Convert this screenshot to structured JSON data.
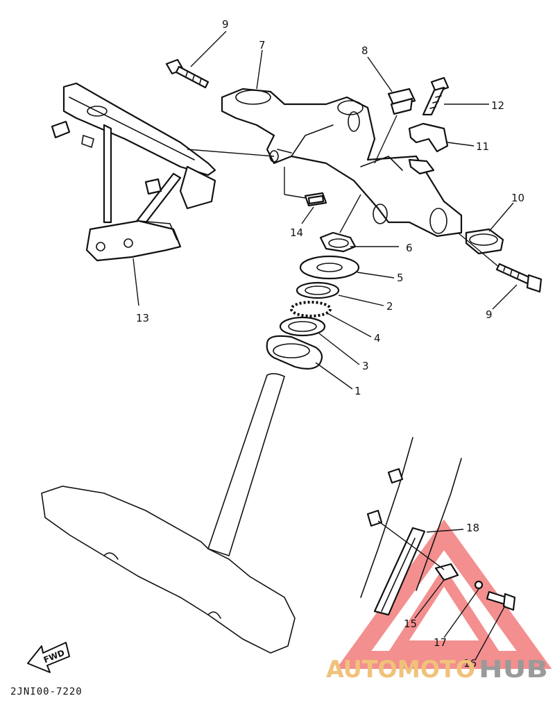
{
  "callouts": [
    {
      "id": "c9a",
      "label": "9"
    },
    {
      "id": "c7",
      "label": "7"
    },
    {
      "id": "c8",
      "label": "8"
    },
    {
      "id": "c12",
      "label": "12"
    },
    {
      "id": "c11",
      "label": "11"
    },
    {
      "id": "c10",
      "label": "10"
    },
    {
      "id": "c14",
      "label": "14"
    },
    {
      "id": "c6",
      "label": "6"
    },
    {
      "id": "c5",
      "label": "5"
    },
    {
      "id": "c2",
      "label": "2"
    },
    {
      "id": "c4",
      "label": "4"
    },
    {
      "id": "c3",
      "label": "3"
    },
    {
      "id": "c1",
      "label": "1"
    },
    {
      "id": "c9b",
      "label": "9"
    },
    {
      "id": "c13",
      "label": "13"
    },
    {
      "id": "c18",
      "label": "18"
    },
    {
      "id": "c15",
      "label": "15"
    },
    {
      "id": "c17",
      "label": "17"
    },
    {
      "id": "c16",
      "label": "16"
    }
  ],
  "reference_code": "2JNI00-7220",
  "fwd_label": "FWD",
  "watermark": {
    "part1": "AUTOMOTO",
    "part2": "HUB",
    "triangle_color": "#f06a6a",
    "part1_color": "#f0c27a",
    "part2_color": "#9a9a9a"
  }
}
